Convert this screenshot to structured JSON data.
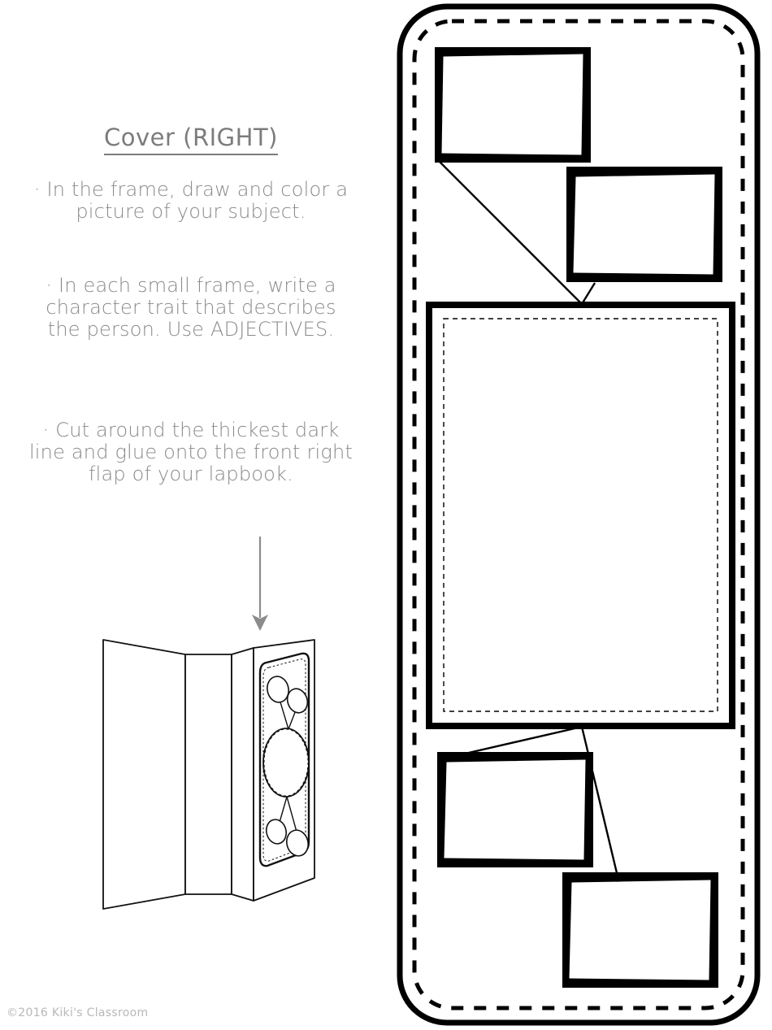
{
  "document": {
    "title": "Cover (RIGHT)",
    "copyright": "©2016 Kiki's Classroom"
  },
  "instructions": [
    {
      "bullet": "·",
      "text": "· In the frame, draw and color a picture of your subject."
    },
    {
      "bullet": "·",
      "text": "· In each small frame, write a character trait that describes the person.  Use ADJECTIVES."
    },
    {
      "bullet": "·",
      "text": "· Cut around the thickest dark line and glue onto the front right flap of your lapbook."
    }
  ],
  "arrow": {
    "direction": "down",
    "color": "#8c8c8c"
  },
  "lapbook": {
    "label": "open lapbook folder with cover template glued on front right flap",
    "flaps": [
      "left-flap",
      "right-flap"
    ],
    "line_color": "#1a1a1a"
  },
  "template": {
    "outline_label": "cut-line rounded rectangle",
    "outline_color": "#000000",
    "dashed_guide_color": "#000000",
    "frames": [
      {
        "name": "trait-frame-top-left",
        "role": "small-frame",
        "purpose": "character trait"
      },
      {
        "name": "trait-frame-top-right",
        "role": "small-frame",
        "purpose": "character trait"
      },
      {
        "name": "picture-frame-center",
        "role": "large-frame",
        "purpose": "draw and color a picture of your subject"
      },
      {
        "name": "trait-frame-bottom-left",
        "role": "small-frame",
        "purpose": "character trait"
      },
      {
        "name": "trait-frame-bottom-right",
        "role": "small-frame",
        "purpose": "character trait"
      }
    ],
    "connectors": 4
  }
}
